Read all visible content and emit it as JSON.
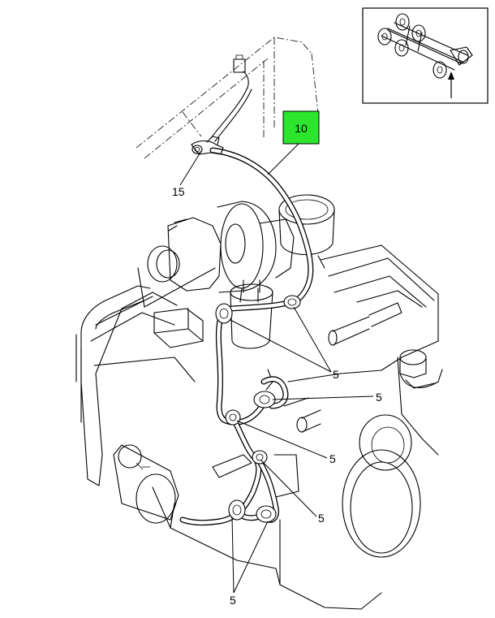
{
  "diagram": {
    "highlight_color": "#2ee52e",
    "callouts": {
      "highlighted_part": "10",
      "bracket_part": "15",
      "clip_a": "5",
      "clip_b": "5",
      "clip_c": "5",
      "clip_d": "5",
      "clip_e": "5"
    },
    "inset": {
      "icon": "chassis-locator-arrow"
    }
  }
}
